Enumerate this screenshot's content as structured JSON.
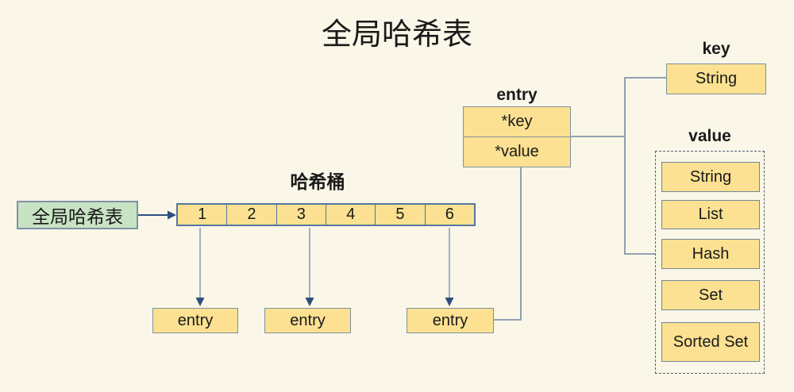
{
  "title": "全局哈希表",
  "global_table": {
    "label": "全局哈希表"
  },
  "bucket": {
    "label": "哈希桶",
    "cells": [
      "1",
      "2",
      "3",
      "4",
      "5",
      "6"
    ]
  },
  "entries": [
    "entry",
    "entry",
    "entry"
  ],
  "entry_detail": {
    "label": "entry",
    "key_field": "*key",
    "value_field": "*value"
  },
  "key_group": {
    "label": "key",
    "type": "String"
  },
  "value_group": {
    "label": "value",
    "types": [
      "String",
      "List",
      "Hash",
      "Set",
      "Sorted Set"
    ]
  },
  "colors": {
    "background": "#FAF7E8",
    "box_fill": "#FBE191",
    "table_fill": "#C8E3C4",
    "arrow": "#2F4E7E",
    "drop_line": "#9FB2C4",
    "connector": "#8296A9",
    "bucket_border": "#54779E",
    "box_border": "#85909B",
    "dashed_border": "#55616E"
  }
}
